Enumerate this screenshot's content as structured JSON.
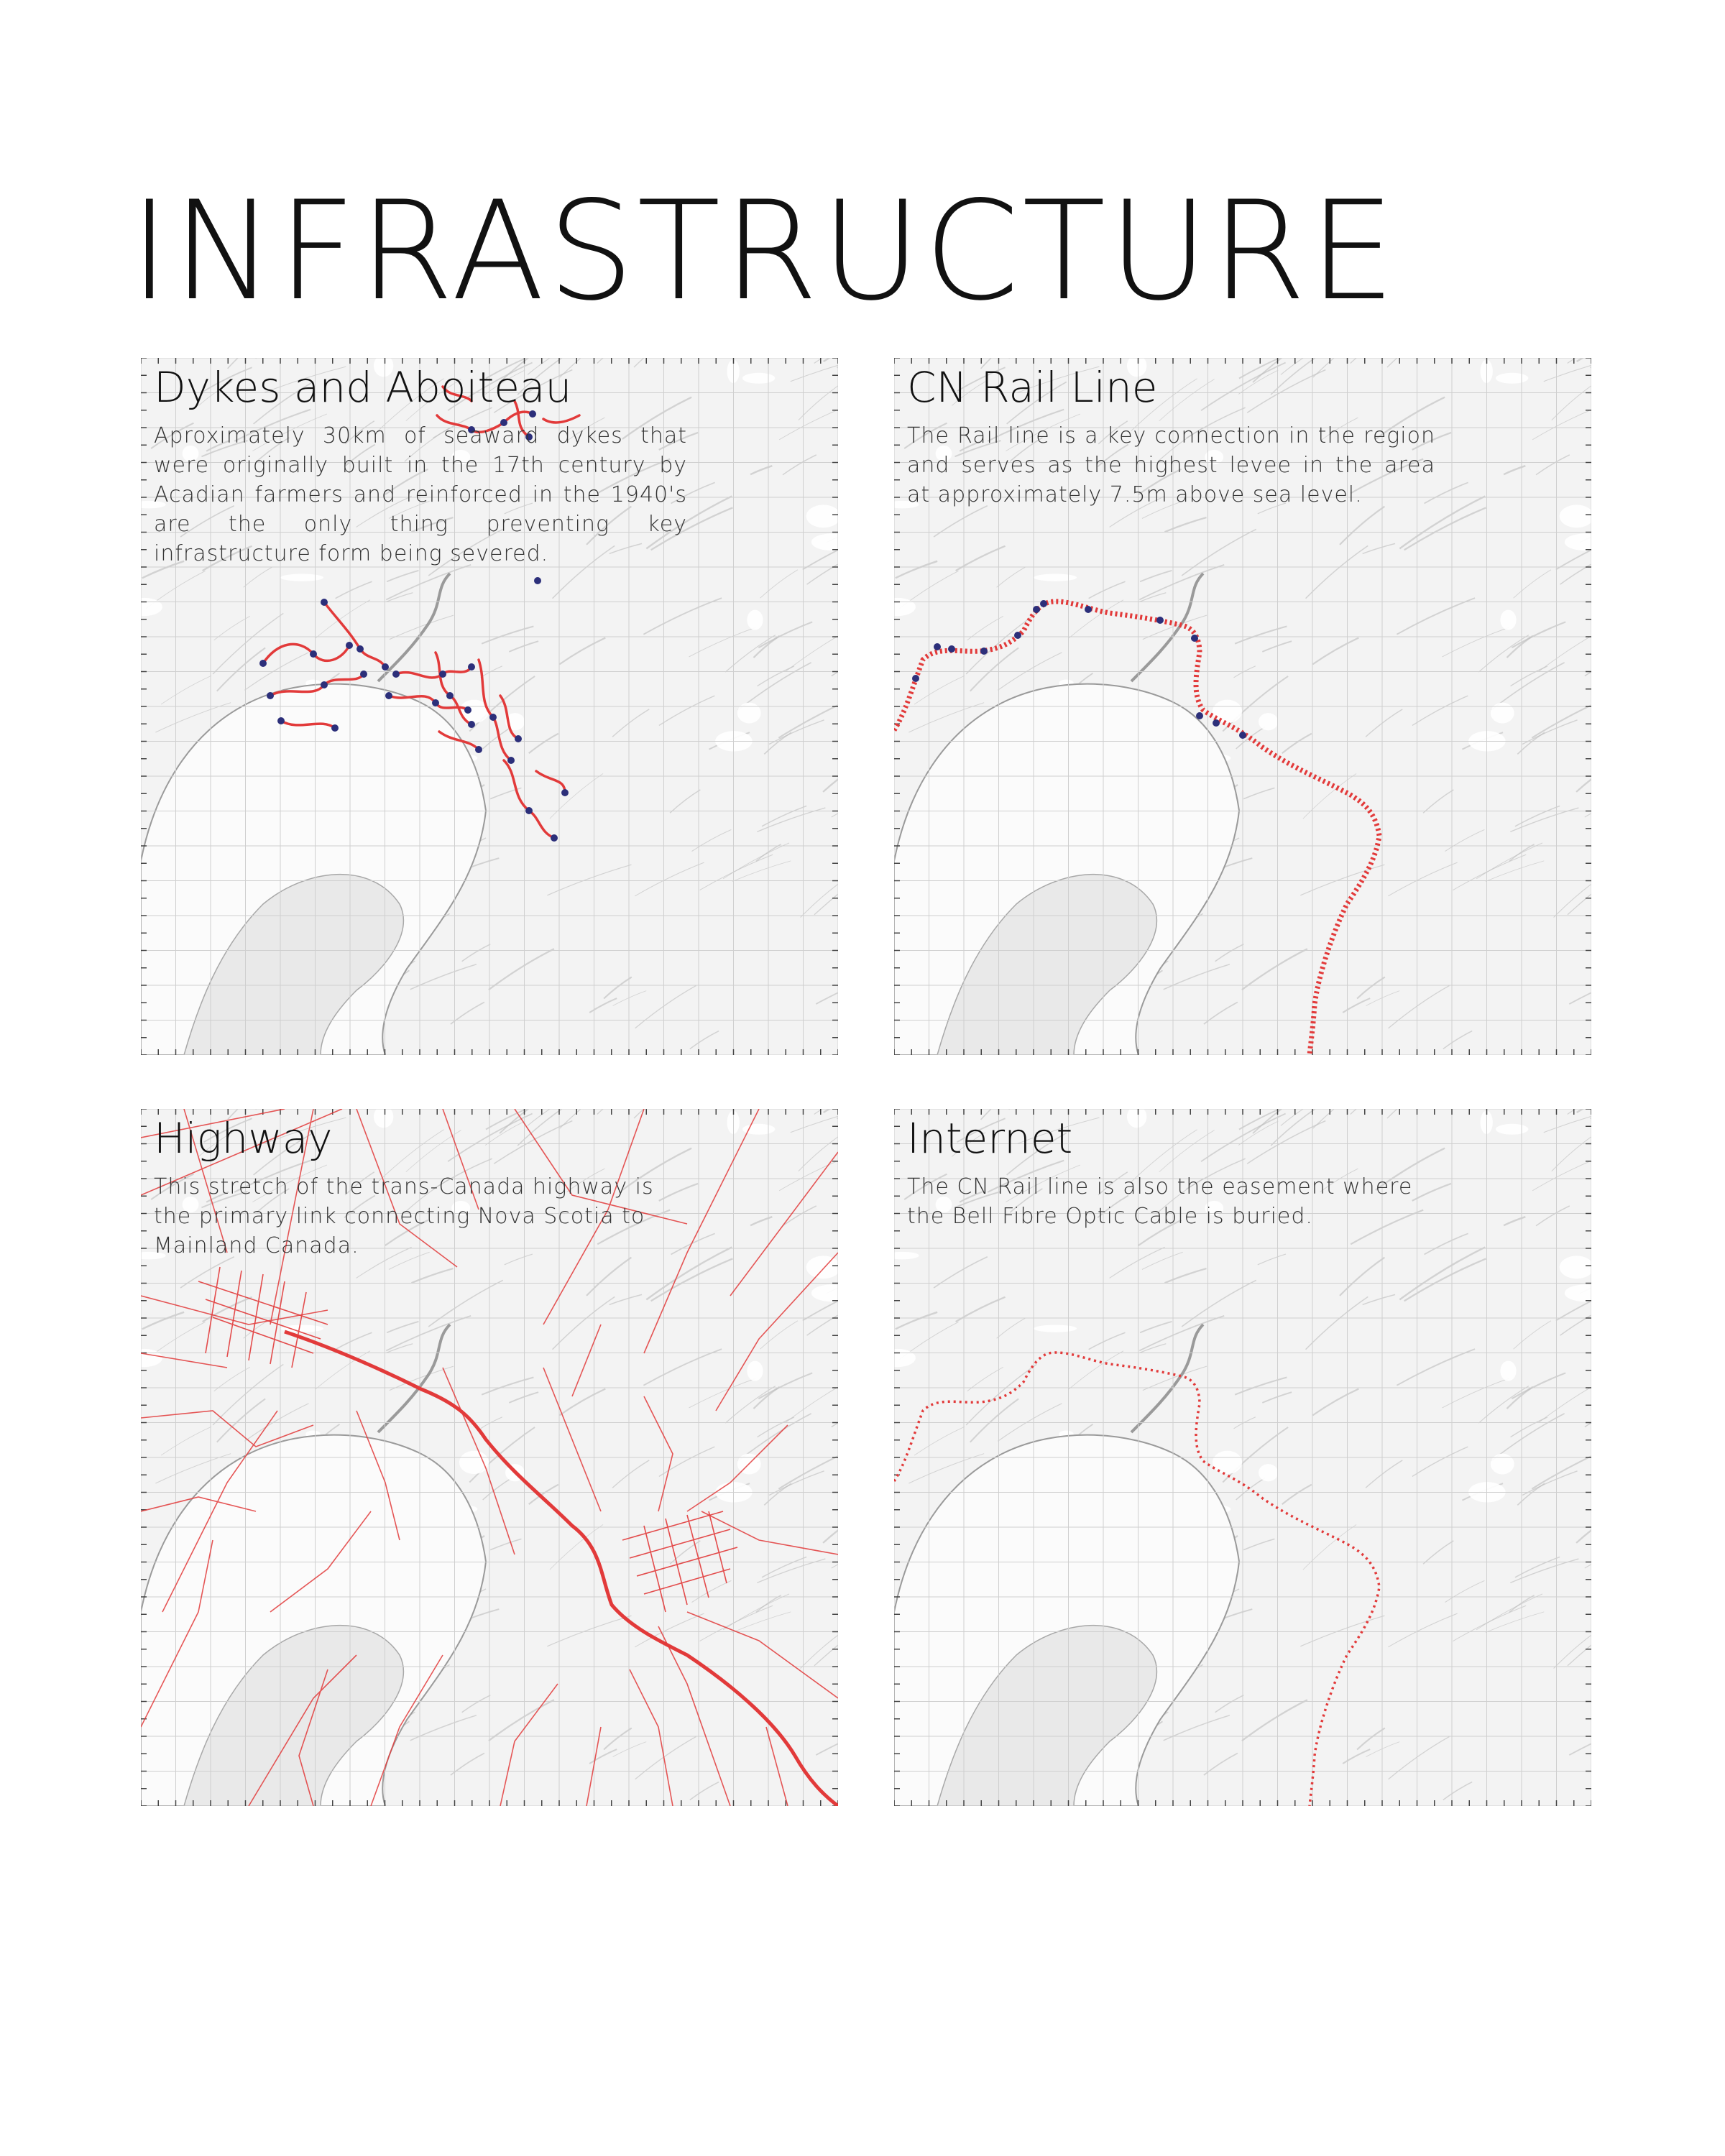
{
  "page": {
    "title": "INFRASTRUCTURE"
  },
  "colors": {
    "accent_red": "#e23a3a",
    "node_blue": "#2c2f7a",
    "map_bg": "#f3f3f3",
    "water": "#fbfbfb",
    "grid": "#cfcfcf"
  },
  "panels": {
    "dykes": {
      "title": "Dykes and Aboiteau",
      "description": "Aproximately 30km of seaward dykes that were originally built in the 17th century by Acadian farmers and reinforced in the 1940's are the only thing preventing key infrastructure form being severed."
    },
    "rail": {
      "title": "CN Rail Line",
      "description": "The Rail line is a key connection in the region and serves as the highest levee in the area at approximately 7.5m above sea level."
    },
    "highway": {
      "title": "Highway",
      "description": "This stretch of the trans-Canada highway is the primary link connecting Nova Scotia to Mainland Canada."
    },
    "internet": {
      "title": "Internet",
      "description": "The CN Rail line is also the easement where the Bell Fibre Optic Cable is buried."
    }
  }
}
